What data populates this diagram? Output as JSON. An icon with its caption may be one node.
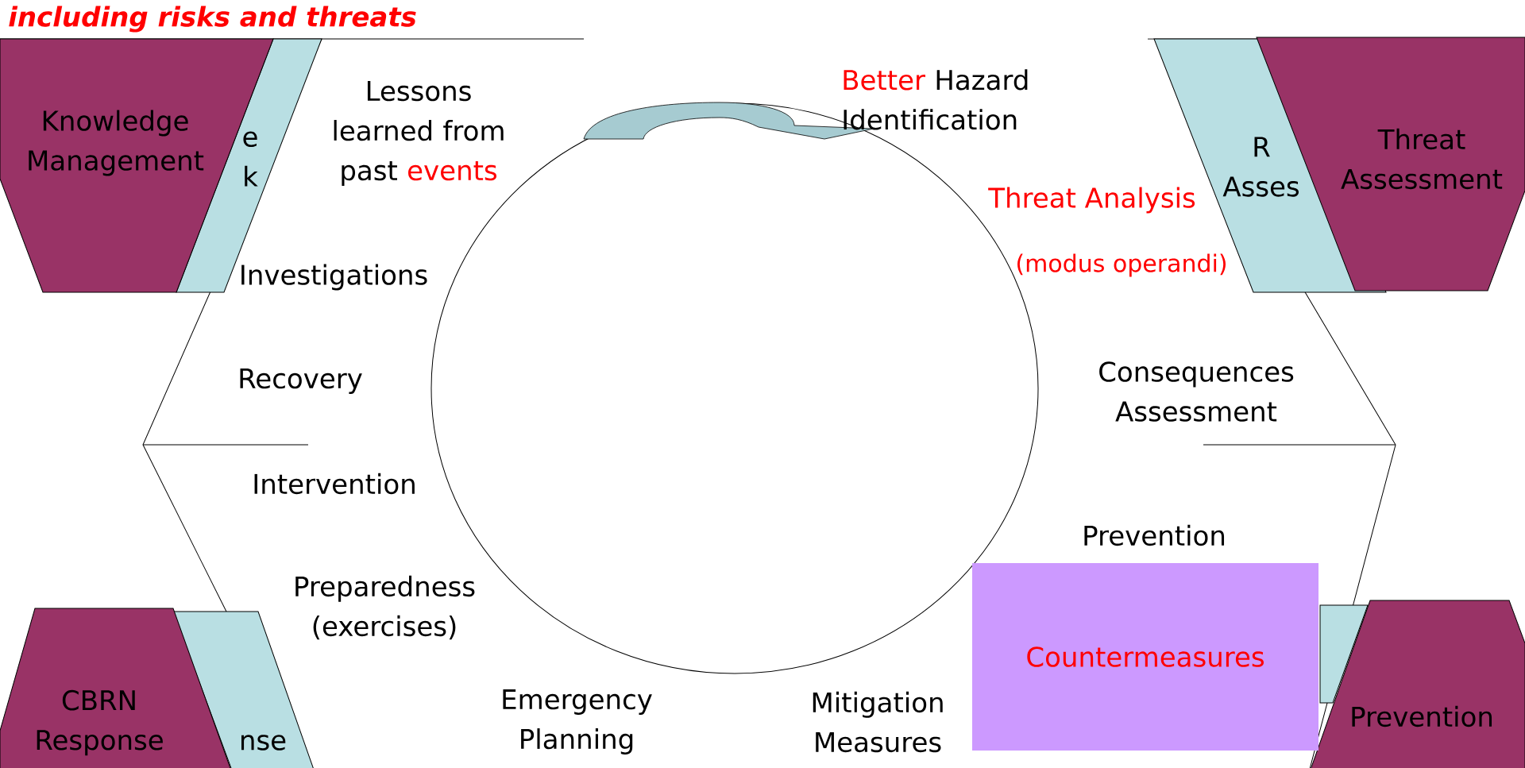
{
  "diagram": {
    "title": "including risks and threats",
    "nodes": [
      {
        "text": [
          "Knowledge Management"
        ]
      },
      {
        "text": [
          "e k"
        ]
      },
      {
        "text": [
          "R Asses"
        ]
      },
      {
        "text": [
          "Threat Assessment"
        ]
      },
      {
        "text": [
          "Countermeasures"
        ]
      },
      {
        "text": [
          "nse"
        ]
      },
      {
        "text": [
          "CBRN Response"
        ]
      },
      {
        "text": [],
        "shape": "box"
      },
      {
        "text": [
          "Prevention"
        ]
      }
    ],
    "labels": [
      "Lessons learned from past",
      "events",
      "Better",
      "Hazard Identification",
      "Investigations",
      "Threat Analysis",
      "(modus operandi)",
      "Recovery",
      "Consequences Assessment",
      "Intervention",
      "Prevention",
      "Preparedness (exercises)",
      "Emergency Planning",
      "Mitigation Measures"
    ]
  }
}
